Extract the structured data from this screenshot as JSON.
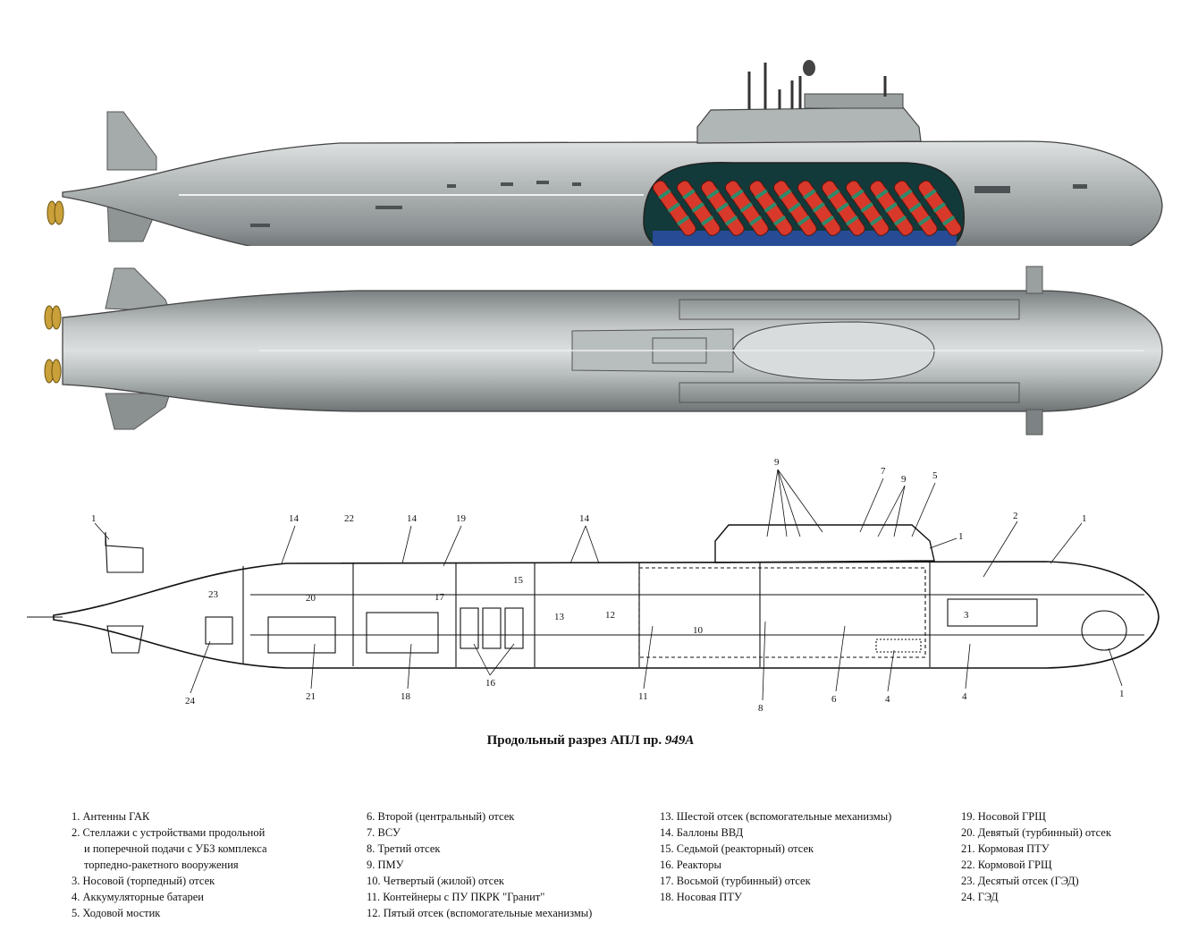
{
  "caption": {
    "main": "Продольный разрез АПЛ пр.",
    "project": "949А"
  },
  "legend": [
    {
      "n": "1.",
      "text": "Антенны ГАК"
    },
    {
      "n": "2.",
      "text": "Стеллажи с устройствами продольной",
      "cont": [
        "и поперечной подачи с УБЗ комплекса",
        "торпедно-ракетного вооружения"
      ]
    },
    {
      "n": "3.",
      "text": "Носовой (торпедный) отсек"
    },
    {
      "n": "4.",
      "text": "Аккумуляторные батареи"
    },
    {
      "n": "5.",
      "text": "Ходовой мостик"
    },
    {
      "n": "6.",
      "text": "Второй (центральный) отсек"
    },
    {
      "n": "7.",
      "text": "ВСУ"
    },
    {
      "n": "8.",
      "text": "Третий отсек"
    },
    {
      "n": "9.",
      "text": "ПМУ"
    },
    {
      "n": "10.",
      "text": "Четвертый (жилой) отсек"
    },
    {
      "n": "11.",
      "text": "Контейнеры с ПУ ПКРК \"Гранит\""
    },
    {
      "n": "12.",
      "text": "Пятый отсек (вспомогательные механизмы)"
    },
    {
      "n": "13.",
      "text": "Шестой отсек (вспомогательные механизмы)"
    },
    {
      "n": "14.",
      "text": "Баллоны ВВД"
    },
    {
      "n": "15.",
      "text": "Седьмой (реакторный) отсек"
    },
    {
      "n": "16.",
      "text": "Реакторы"
    },
    {
      "n": "17.",
      "text": "Восьмой (турбинный) отсек"
    },
    {
      "n": "18.",
      "text": "Носовая ПТУ"
    },
    {
      "n": "19.",
      "text": "Носовой ГРЩ"
    },
    {
      "n": "20.",
      "text": "Девятый (турбинный) отсек"
    },
    {
      "n": "21.",
      "text": "Кормовая ПТУ"
    },
    {
      "n": "22.",
      "text": "Кормовой ГРЩ"
    },
    {
      "n": "23.",
      "text": "Десятый отсек (ГЭД)"
    },
    {
      "n": "24.",
      "text": "ГЭД"
    }
  ],
  "callouts": {
    "c1": "1",
    "c2": "2",
    "c3": "3",
    "c4": "4",
    "c5": "5",
    "c6": "6",
    "c7": "7",
    "c8": "8",
    "c9": "9",
    "c10": "10",
    "c11": "11",
    "c12": "12",
    "c13": "13",
    "c14": "14",
    "c15": "15",
    "c16": "16",
    "c17": "17",
    "c18": "18",
    "c19": "19",
    "c20": "20",
    "c21": "21",
    "c22": "22",
    "c23": "23",
    "c24": "24"
  },
  "colors": {
    "hull": "#9ea4a4",
    "hull_dark": "#5f6566",
    "missile": "#d8392a",
    "missile_band": "#2e8a6a",
    "propeller": "#c9a03a"
  }
}
